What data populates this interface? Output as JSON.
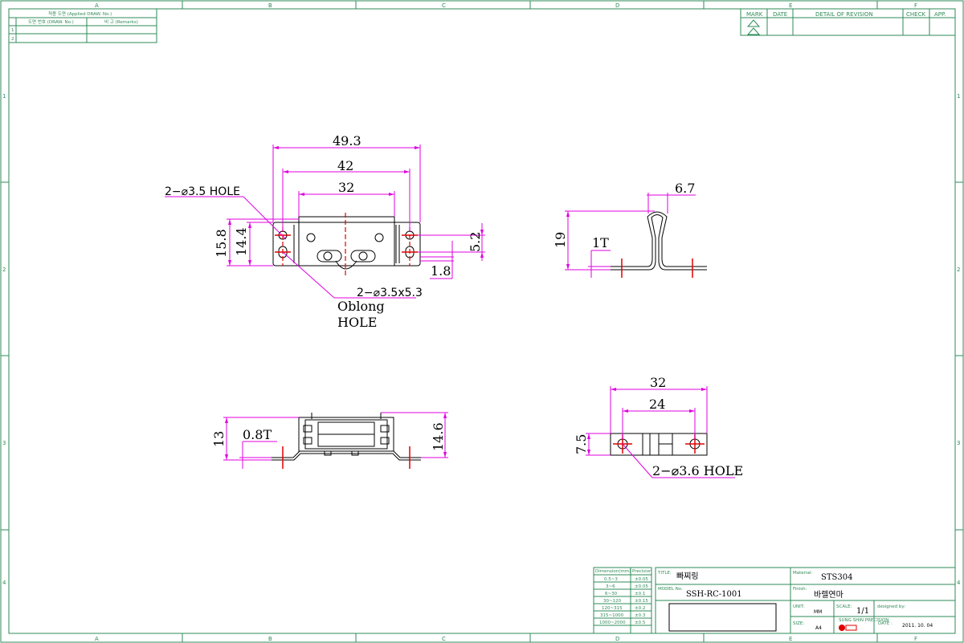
{
  "frame": {
    "col_labels": [
      "A",
      "B",
      "C",
      "D",
      "E",
      "F"
    ],
    "row_labels": [
      "1",
      "2",
      "3",
      "4"
    ]
  },
  "applied_table": {
    "header": "적용 도면 (Applied DRAW. No.)",
    "col1": "도면 번호 (DRAW. No.)",
    "col2": "비 고 (Remarks)",
    "rows": [
      "1",
      "2"
    ]
  },
  "revision_table": {
    "mark": "MARK",
    "date": "DATE",
    "detail": "DETAIL OF REVISION",
    "check": "CHECK",
    "app": "APP."
  },
  "top_view": {
    "dim_overall": "49.3",
    "dim_holes": "42",
    "dim_body": "32",
    "dim_height_outer": "15.8",
    "dim_height_inner": "14.4",
    "dim_slot_offset": "5.2",
    "dim_edge": "1.8",
    "hole_callout": "2−⌀3.5 HOLE",
    "oblong_callout": "2−⌀3.5x5.3",
    "oblong_label_1": "Oblong",
    "oblong_label_2": "HOLE"
  },
  "side_view": {
    "dim_width": "6.7",
    "dim_height": "19",
    "dim_thickness": "1T"
  },
  "front_view": {
    "dim_height": "13",
    "dim_thickness": "0.8T",
    "dim_total": "14.6"
  },
  "end_view": {
    "dim_overall": "32",
    "dim_holes": "24",
    "dim_height": "7.5",
    "hole_callout": "2−⌀3.6 HOLE"
  },
  "title_block": {
    "tolerance_header_1": "Dimension(mm)",
    "tolerance_header_2": "Precision",
    "tolerances": [
      [
        "0.5~3",
        "±0.05"
      ],
      [
        "3~6",
        "±0.05"
      ],
      [
        "6~30",
        "±0.1"
      ],
      [
        "30~120",
        "±0.15"
      ],
      [
        "120~315",
        "±0.2"
      ],
      [
        "315~1000",
        "±0.3"
      ],
      [
        "1000~2000",
        "±0.5"
      ]
    ],
    "title_label": "TITLE:",
    "title_value": "빠찌링",
    "model_label": "MODEL No.",
    "model_value": "SSH-RC-1001",
    "material_label": "Material:",
    "material_value": "STS304",
    "finish_label": "Finish:",
    "finish_value": "바렐연마",
    "unit_label": "UNIT:",
    "unit_value": "MM",
    "scale_label": "SCALE:",
    "scale_value": "1/1",
    "designed_label": "designed by:",
    "size_label": "SIZE:",
    "size_value": "A4",
    "logo_text": "SUNG SHIN PRECISION",
    "date_label": "DATE :",
    "date_value": "2011. 10. 04"
  }
}
